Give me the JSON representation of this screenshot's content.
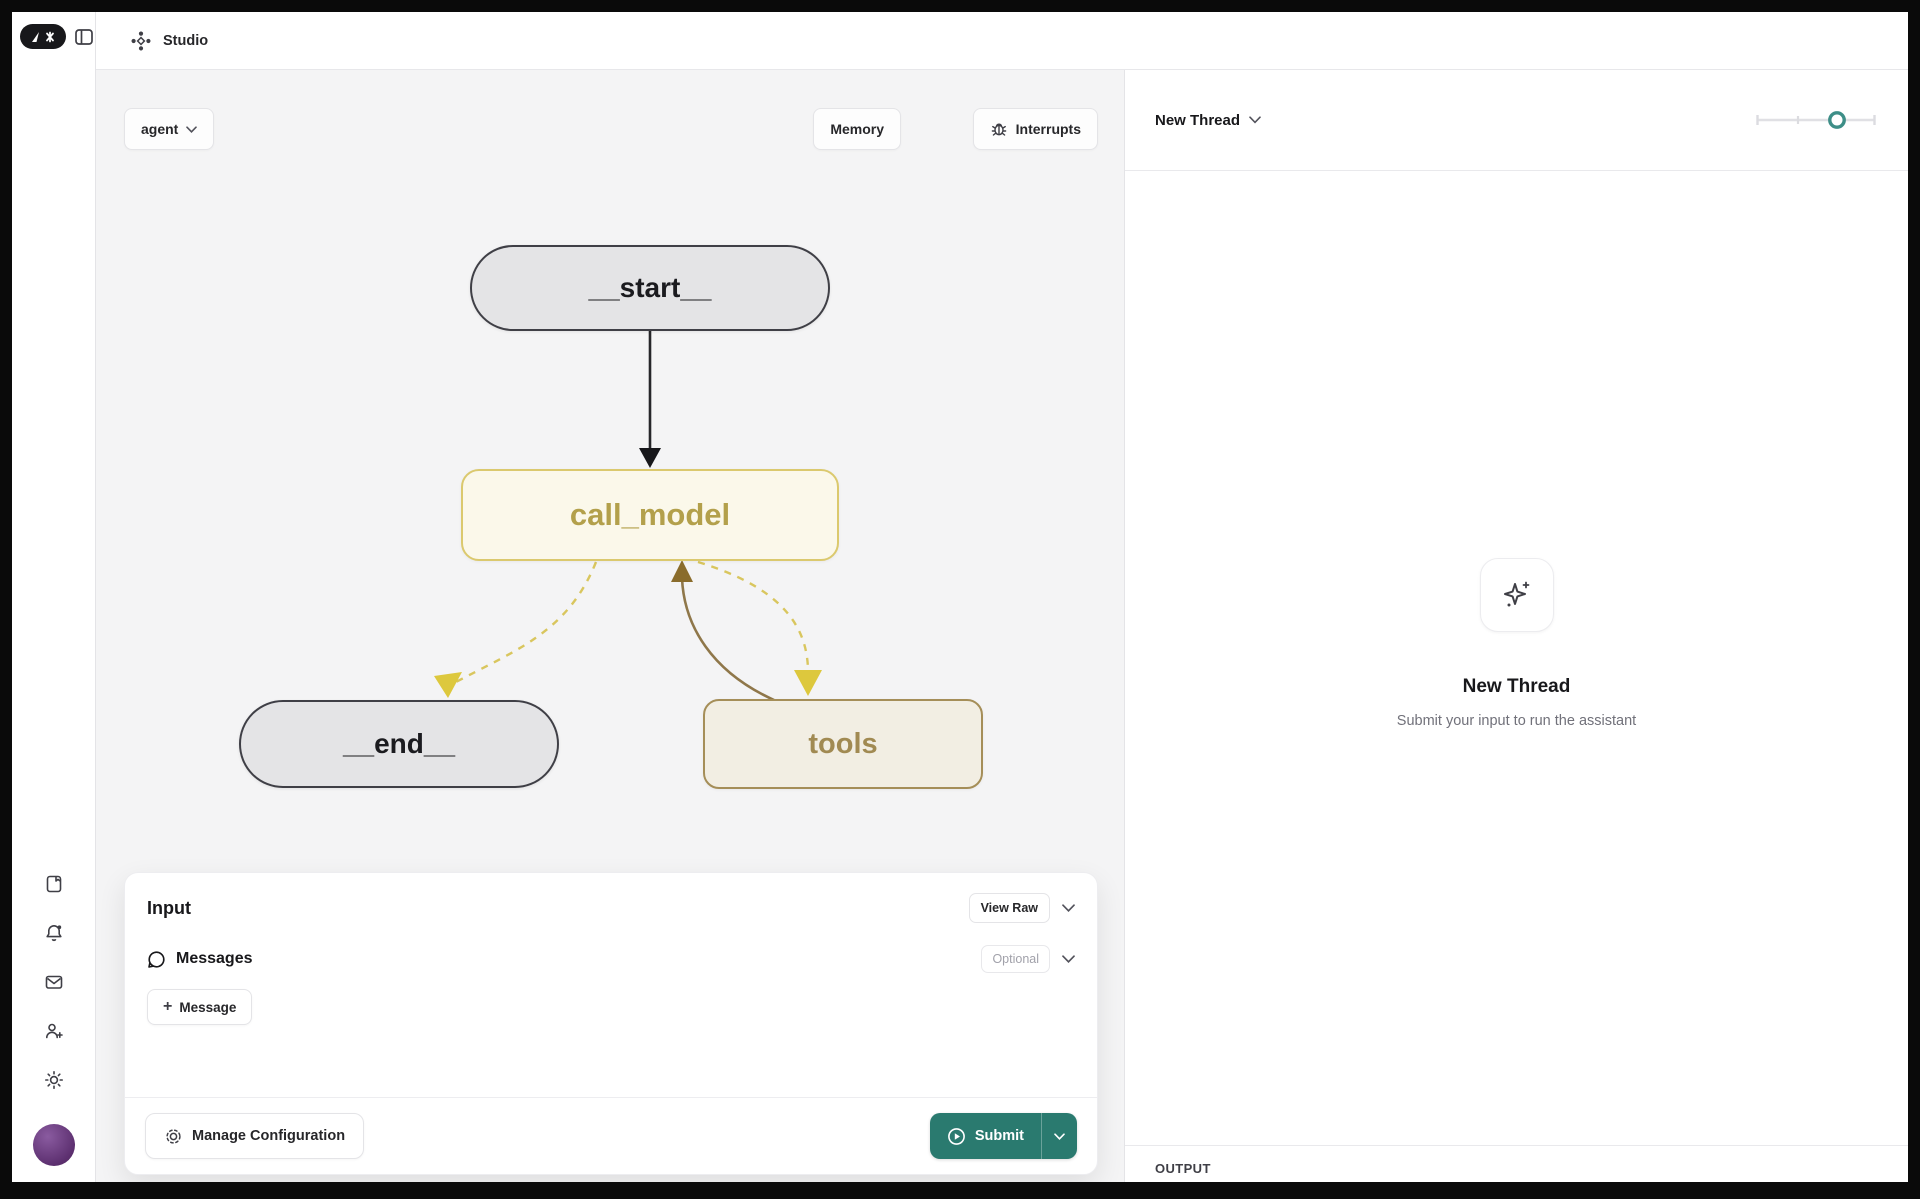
{
  "header": {
    "app_title": "Studio"
  },
  "canvas": {
    "graph_selector_label": "agent",
    "memory_button": "Memory",
    "interrupts_button": "Interrupts",
    "nodes": {
      "start": "__start__",
      "call_model": "call_model",
      "end": "__end__",
      "tools": "tools"
    }
  },
  "input_panel": {
    "title": "Input",
    "view_raw_button": "View Raw",
    "messages_label": "Messages",
    "optional_badge": "Optional",
    "add_message_plus": "+",
    "add_message_button": "Message",
    "manage_configuration_button": "Manage Configuration",
    "submit_button": "Submit"
  },
  "thread_panel": {
    "thread_selector_label": "New Thread",
    "empty_state_title": "New Thread",
    "empty_state_subtitle": "Submit your input to run the assistant",
    "output_section_label": "OUTPUT"
  },
  "colors": {
    "accent_teal": "#2a7a6f",
    "edge_gold": "#d9c65e",
    "edge_brown": "#8f774a",
    "node_gold_border": "#dbc96e",
    "node_tan_border": "#a58e58"
  }
}
